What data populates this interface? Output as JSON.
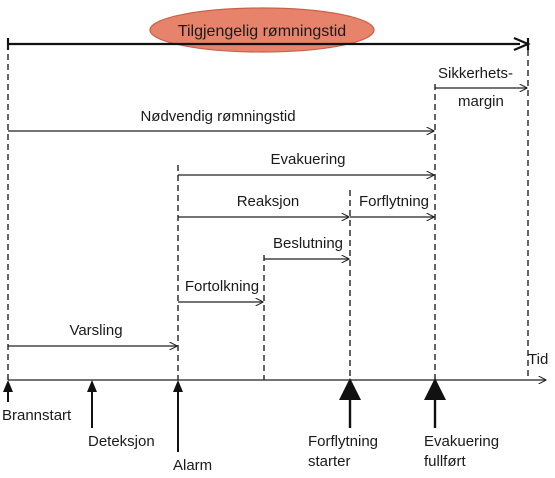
{
  "title": "Tilgjengelig rømningstid",
  "colors": {
    "title_fill": "#e8836b",
    "title_stroke": "#c9614b",
    "line": "#222222"
  },
  "spans": {
    "required": "Nødvendig rømningstid",
    "safety_margin_line1": "Sikkerhets-",
    "safety_margin_line2": "margin",
    "evacuation": "Evakuering",
    "reaction": "Reaksjon",
    "movement": "Forflytning",
    "decision": "Beslutning",
    "interpretation": "Fortolkning",
    "warning": "Varsling"
  },
  "axis": {
    "label": "Tid"
  },
  "events": {
    "fire_start": "Brannstart",
    "detection": "Deteksjon",
    "alarm": "Alarm",
    "movement_starts_line1": "Forflytning",
    "movement_starts_line2": "starter",
    "evacuation_done_line1": "Evakuering",
    "evacuation_done_line2": "fullført"
  }
}
